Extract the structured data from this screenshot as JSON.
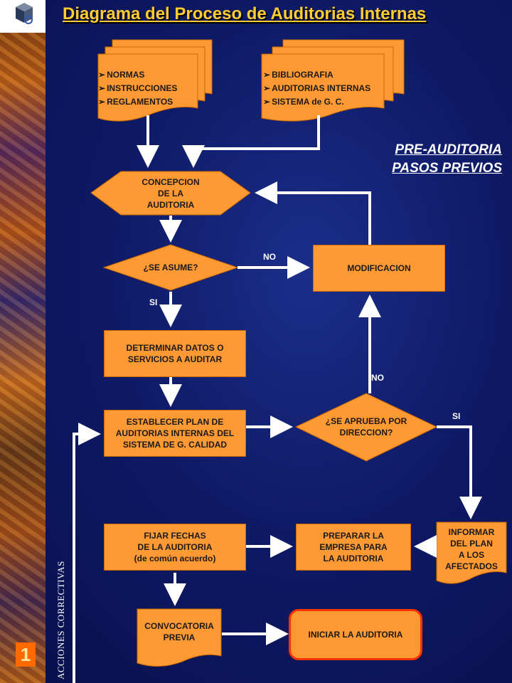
{
  "title": "Diagrama del Proceso de Auditorias Internas",
  "section": {
    "line1": "PRE-AUDITORIA",
    "line2": "PASOS PREVIOS"
  },
  "doc_left": {
    "items": [
      "NORMAS",
      "INSTRUCCIONES",
      "REGLAMENTOS"
    ]
  },
  "doc_right": {
    "items": [
      "BIBLIOGRAFIA",
      "AUDITORIAS INTERNAS",
      "SISTEMA de G. C."
    ]
  },
  "nodes": {
    "concepcion": "CONCEPCION\nDE LA\nAUDITORIA",
    "se_asume": "¿SE ASUME?",
    "modificacion": "MODIFICACION",
    "determinar": "DETERMINAR DATOS O\nSERVICIOS A AUDITAR",
    "establecer": "ESTABLECER PLAN DE\nAUDITORIAS INTERNAS DEL\nSISTEMA DE G. CALIDAD",
    "aprueba": "¿SE APRUEBA POR\nDIRECCION?",
    "fijar": "FIJAR FECHAS\nDE LA AUDITORIA\n(de común acuerdo)",
    "preparar": "PREPARAR  LA\nEMPRESA PARA\nLA AUDITORIA",
    "informar": "INFORMAR\nDEL PLAN\nA LOS\nAFECTADOS",
    "convocatoria": "CONVOCATORIA\nPREVIA",
    "iniciar": "INICIAR LA AUDITORIA"
  },
  "labels": {
    "no1": "NO",
    "si1": "SI",
    "no2": "NO",
    "si2": "SI"
  },
  "vertical_text": "ACCIONES CORRECTIVAS",
  "page_number": "1",
  "colors": {
    "box_fill": "#ff9933",
    "box_border": "#cc6600",
    "title": "#ffcc33",
    "arrow": "#ffffff",
    "background": "#0e1a66"
  }
}
